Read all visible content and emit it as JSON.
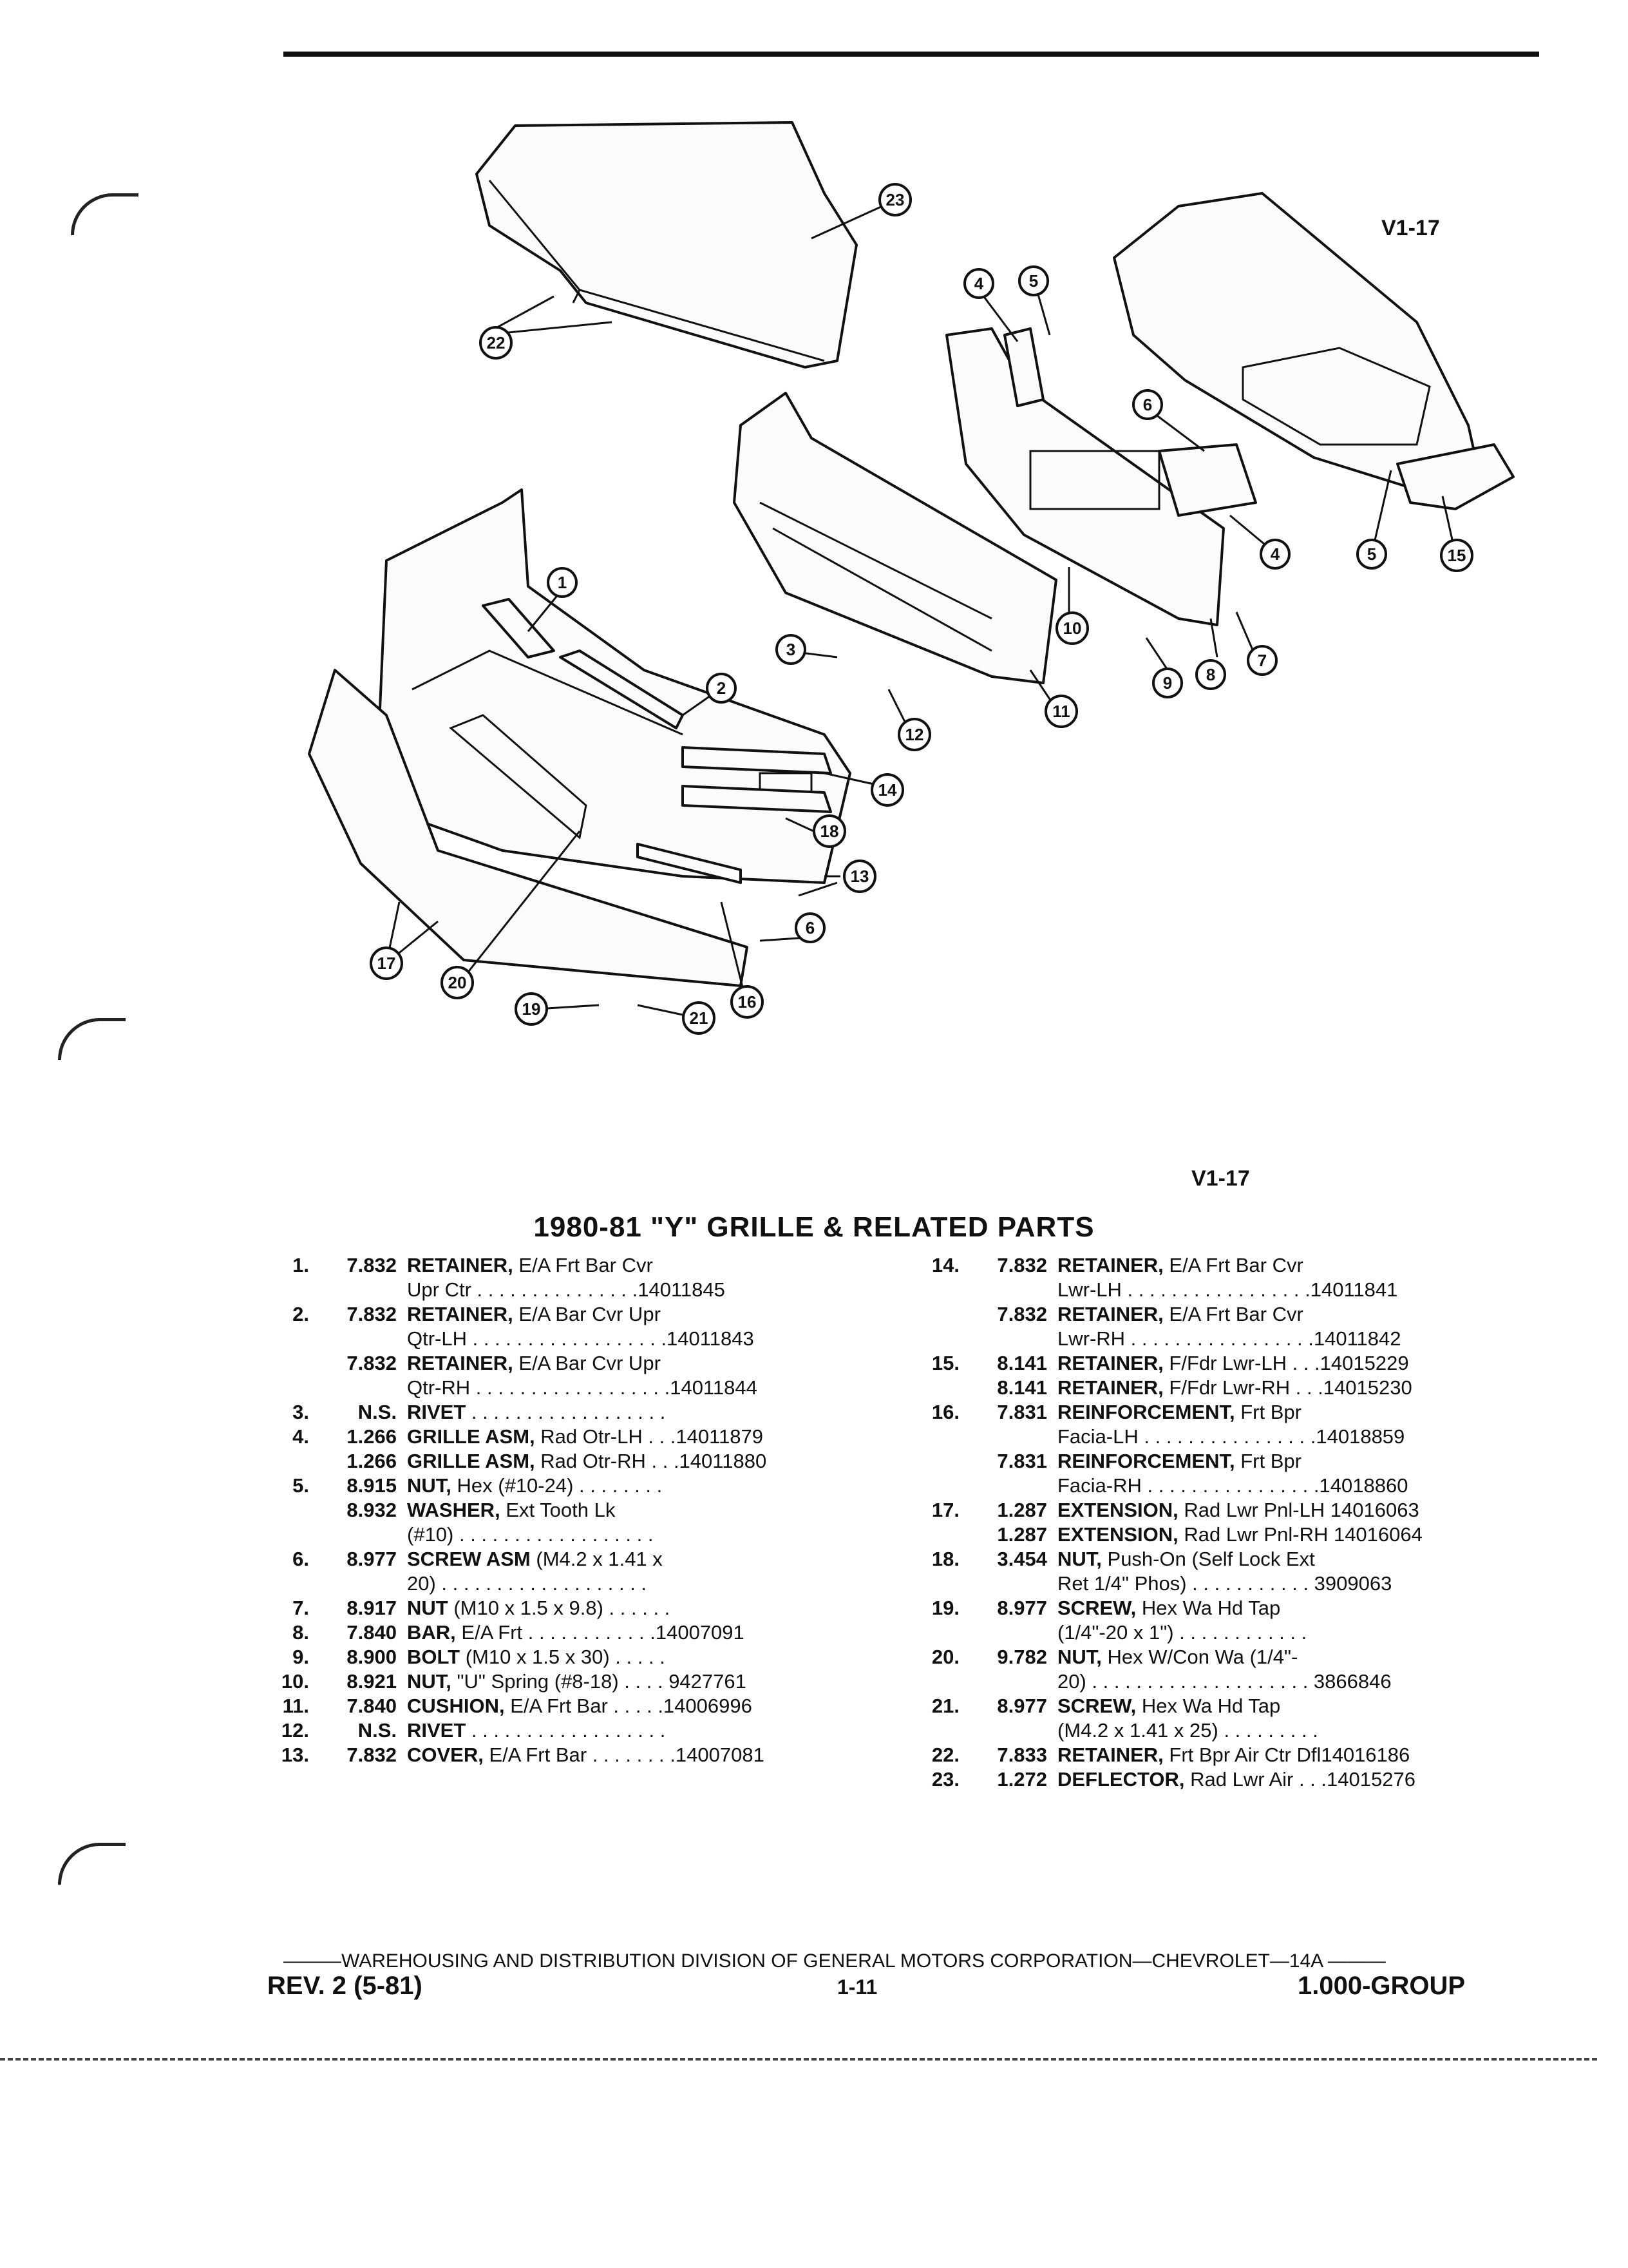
{
  "diagram": {
    "ref_top": "V1-17",
    "ref_bottom": "V1-17",
    "callouts": [
      "1",
      "2",
      "3",
      "4",
      "5",
      "6",
      "7",
      "8",
      "9",
      "10",
      "11",
      "12",
      "13",
      "14",
      "15",
      "16",
      "17",
      "18",
      "19",
      "20",
      "21",
      "22",
      "23"
    ]
  },
  "title": "1980-81 \"Y\" GRILLE & RELATED PARTS",
  "parts_left": [
    {
      "num": "1.",
      "code": "7.832",
      "name": "RETAINER,",
      "desc": "E/A Frt Bar Cvr",
      "line2": "Upr Ctr . . . . . . . . . . . . . . .14011845"
    },
    {
      "num": "2.",
      "code": "7.832",
      "name": "RETAINER,",
      "desc": "E/A Bar Cvr Upr",
      "line2": "Qtr-LH . . . . . . . . . . . . . . . . . .14011843"
    },
    {
      "num": "",
      "code": "7.832",
      "name": "RETAINER,",
      "desc": "E/A Bar Cvr Upr",
      "line2": "Qtr-RH . . . . . . . . . . . . . . . . . .14011844"
    },
    {
      "num": "3.",
      "code": "N.S.",
      "name": "RIVET",
      "desc": ". . . . . . . . . . . . . . . . . .",
      "line2": ""
    },
    {
      "num": "4.",
      "code": "1.266",
      "name": "GRILLE ASM,",
      "desc": "Rad Otr-LH . . .14011879",
      "line2": ""
    },
    {
      "num": "",
      "code": "1.266",
      "name": "GRILLE ASM,",
      "desc": "Rad Otr-RH . . .14011880",
      "line2": ""
    },
    {
      "num": "5.",
      "code": "8.915",
      "name": "NUT,",
      "desc": "Hex (#10-24) . . . . . . . .",
      "line2": ""
    },
    {
      "num": "",
      "code": "8.932",
      "name": "WASHER,",
      "desc": "Ext Tooth Lk",
      "line2": "(#10) . . . . . . . . . . . . . . . . . ."
    },
    {
      "num": "6.",
      "code": "8.977",
      "name": "SCREW ASM",
      "desc": "(M4.2 x 1.41 x",
      "line2": "20) . . . . . . . . . . . . . . . . . . ."
    },
    {
      "num": "7.",
      "code": "8.917",
      "name": "NUT",
      "desc": "(M10 x 1.5 x 9.8) . . . . . .",
      "line2": ""
    },
    {
      "num": "8.",
      "code": "7.840",
      "name": "BAR,",
      "desc": "E/A Frt . . . . . . . . . . . .14007091",
      "line2": ""
    },
    {
      "num": "9.",
      "code": "8.900",
      "name": "BOLT",
      "desc": "(M10 x 1.5 x 30) . . . . .",
      "line2": ""
    },
    {
      "num": "10.",
      "code": "8.921",
      "name": "NUT,",
      "desc": "\"U\" Spring (#8-18) . . . . 9427761",
      "line2": ""
    },
    {
      "num": "11.",
      "code": "7.840",
      "name": "CUSHION,",
      "desc": "E/A Frt Bar . . . . .14006996",
      "line2": ""
    },
    {
      "num": "12.",
      "code": "N.S.",
      "name": "RIVET",
      "desc": ". . . . . . . . . . . . . . . . . .",
      "line2": ""
    },
    {
      "num": "13.",
      "code": "7.832",
      "name": "COVER,",
      "desc": "E/A Frt Bar . . . . . . . .14007081",
      "line2": ""
    }
  ],
  "parts_right": [
    {
      "num": "14.",
      "code": "7.832",
      "name": "RETAINER,",
      "desc": "E/A Frt Bar Cvr",
      "line2": "Lwr-LH . . . . . . . . . . . . . . . . .14011841"
    },
    {
      "num": "",
      "code": "7.832",
      "name": "RETAINER,",
      "desc": "E/A Frt Bar Cvr",
      "line2": "Lwr-RH . . . . . . . . . . . . . . . . .14011842"
    },
    {
      "num": "15.",
      "code": "8.141",
      "name": "RETAINER,",
      "desc": "F/Fdr Lwr-LH . . .14015229",
      "line2": ""
    },
    {
      "num": "",
      "code": "8.141",
      "name": "RETAINER,",
      "desc": "F/Fdr Lwr-RH . . .14015230",
      "line2": ""
    },
    {
      "num": "16.",
      "code": "7.831",
      "name": "REINFORCEMENT,",
      "desc": "Frt Bpr",
      "line2": "Facia-LH . . . . . . . . . . . . . . . .14018859"
    },
    {
      "num": "",
      "code": "7.831",
      "name": "REINFORCEMENT,",
      "desc": "Frt Bpr",
      "line2": "Facia-RH . . . . . . . . . . . . . . . .14018860"
    },
    {
      "num": "17.",
      "code": "1.287",
      "name": "EXTENSION,",
      "desc": "Rad Lwr Pnl-LH 14016063",
      "line2": ""
    },
    {
      "num": "",
      "code": "1.287",
      "name": "EXTENSION,",
      "desc": "Rad Lwr Pnl-RH 14016064",
      "line2": ""
    },
    {
      "num": "18.",
      "code": "3.454",
      "name": "NUT,",
      "desc": "Push-On (Self Lock Ext",
      "line2": "Ret 1/4\" Phos) . . . . . . . . . . . 3909063"
    },
    {
      "num": "19.",
      "code": "8.977",
      "name": "SCREW,",
      "desc": "Hex Wa Hd Tap",
      "line2": "(1/4\"-20 x 1\") . . . . . . . . . . . ."
    },
    {
      "num": "20.",
      "code": "9.782",
      "name": "NUT,",
      "desc": "Hex W/Con Wa (1/4\"-",
      "line2": "20) . . . . . . . . . . . . . . . . . . . . 3866846"
    },
    {
      "num": "21.",
      "code": "8.977",
      "name": "SCREW,",
      "desc": "Hex Wa Hd Tap",
      "line2": "(M4.2 x 1.41 x 25) . . . . . . . . ."
    },
    {
      "num": "22.",
      "code": "7.833",
      "name": "RETAINER,",
      "desc": "Frt Bpr Air Ctr Dfl14016186",
      "line2": ""
    },
    {
      "num": "23.",
      "code": "1.272",
      "name": "DEFLECTOR,",
      "desc": "Rad Lwr Air . . .14015276",
      "line2": ""
    }
  ],
  "footer": {
    "division": "———WAREHOUSING AND DISTRIBUTION DIVISION OF GENERAL MOTORS CORPORATION—CHEVROLET—14A ———",
    "rev": "REV. 2 (5-81)",
    "page": "1-11",
    "group": "1.000-GROUP"
  }
}
